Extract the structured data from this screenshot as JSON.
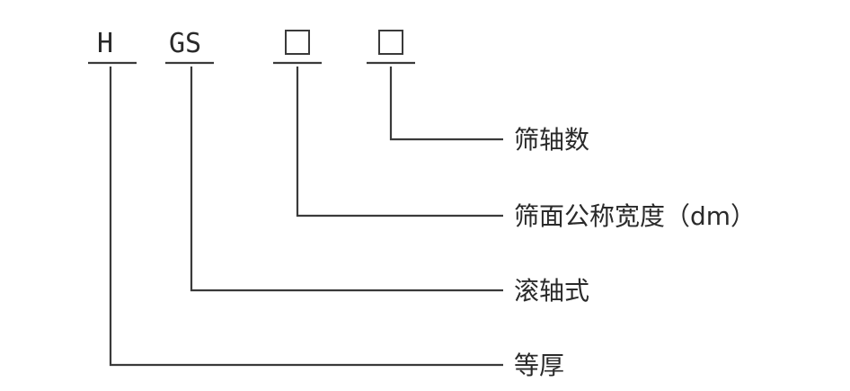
{
  "diagram": {
    "code": {
      "part1": "H",
      "part2": "GS",
      "part3": "□",
      "part4": "□"
    },
    "labels": {
      "shaft_count": "筛轴数",
      "screen_width": "筛面公称宽度（dm）",
      "roller_type": "滚轴式",
      "equal_thickness": "等厚"
    }
  }
}
